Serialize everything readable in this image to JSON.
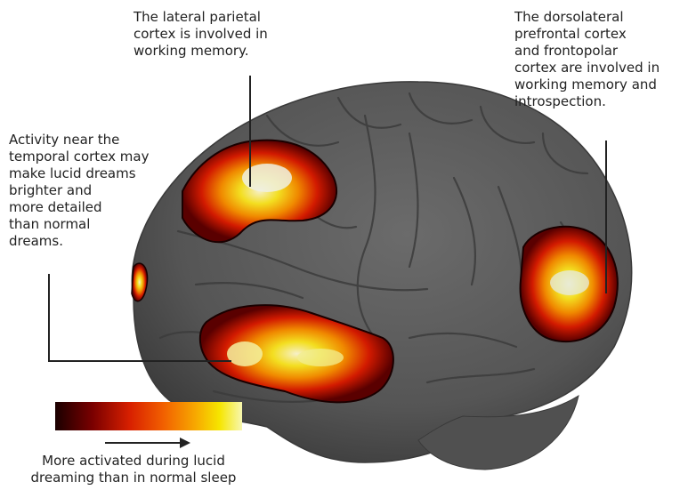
{
  "annotations": {
    "parietal": "The lateral parietal\ncortex is involved in\nworking memory.",
    "prefrontal": "The dorsolateral\nprefrontal cortex\nand frontopolar\ncortex are involved in\nworking memory and\nintrospection.",
    "temporal": "Activity near the\ntemporal cortex may\nmake lucid dreams\nbrighter and\nmore detailed\nthan normal\ndreams."
  },
  "colorscale": {
    "caption": "More activated during lucid\ndreaming than in normal sleep",
    "colors": [
      "#1a0000",
      "#7a0000",
      "#d82000",
      "#f26000",
      "#f7a800",
      "#f6e600",
      "#f7f7b0"
    ]
  },
  "colors": {
    "brain": "#5a5a5a",
    "brain_dark": "#3a3a3a",
    "background": "#ffffff"
  }
}
